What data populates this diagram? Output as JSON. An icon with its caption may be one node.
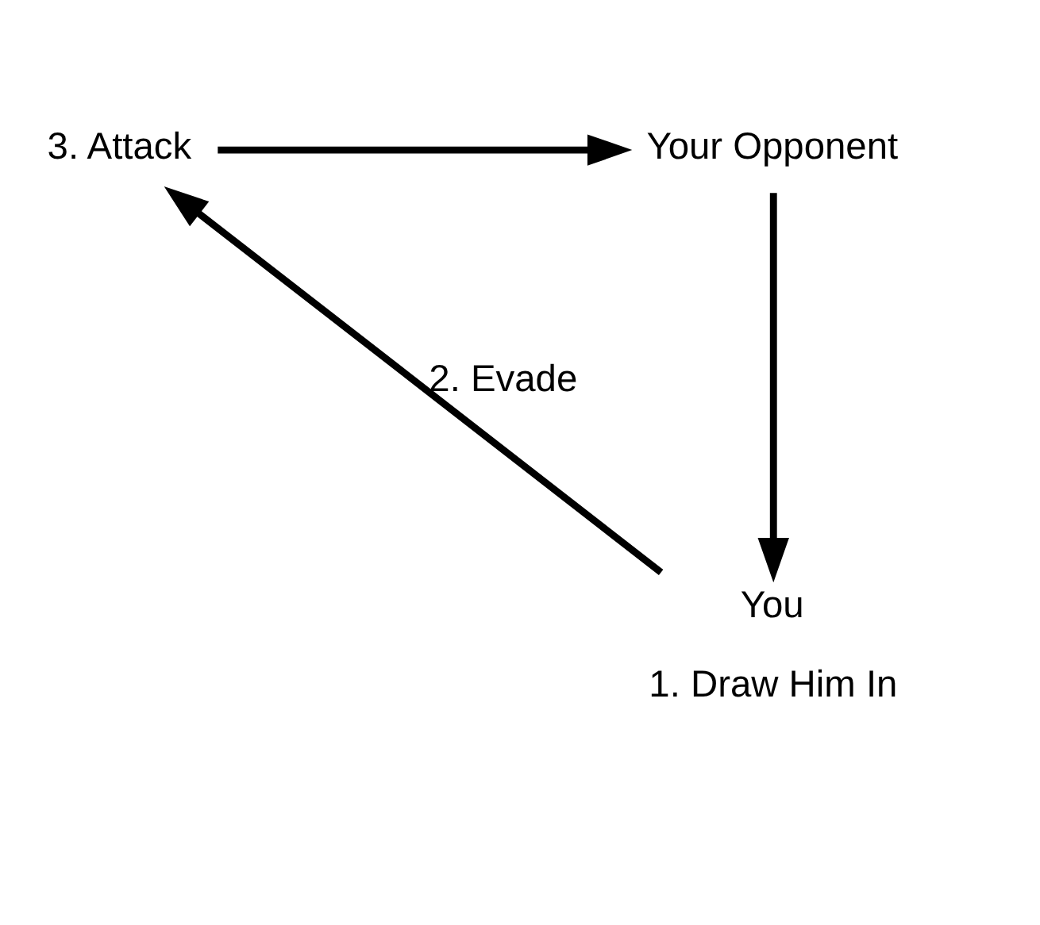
{
  "diagram": {
    "nodes": [
      {
        "text": [
          "3. Attack"
        ]
      },
      {
        "text": [
          "Your Opponent"
        ]
      },
      {
        "text": [
          "You"
        ],
        "beside": [
          "1. Draw Him In"
        ]
      }
    ],
    "edges": [
      {
        "from": 0,
        "to": 1,
        "arrow": "to"
      },
      {
        "from": 1,
        "to": 2,
        "arrow": "to"
      },
      {
        "from": 2,
        "to": 0,
        "arrow": "to",
        "label": "2. Evade"
      }
    ]
  }
}
